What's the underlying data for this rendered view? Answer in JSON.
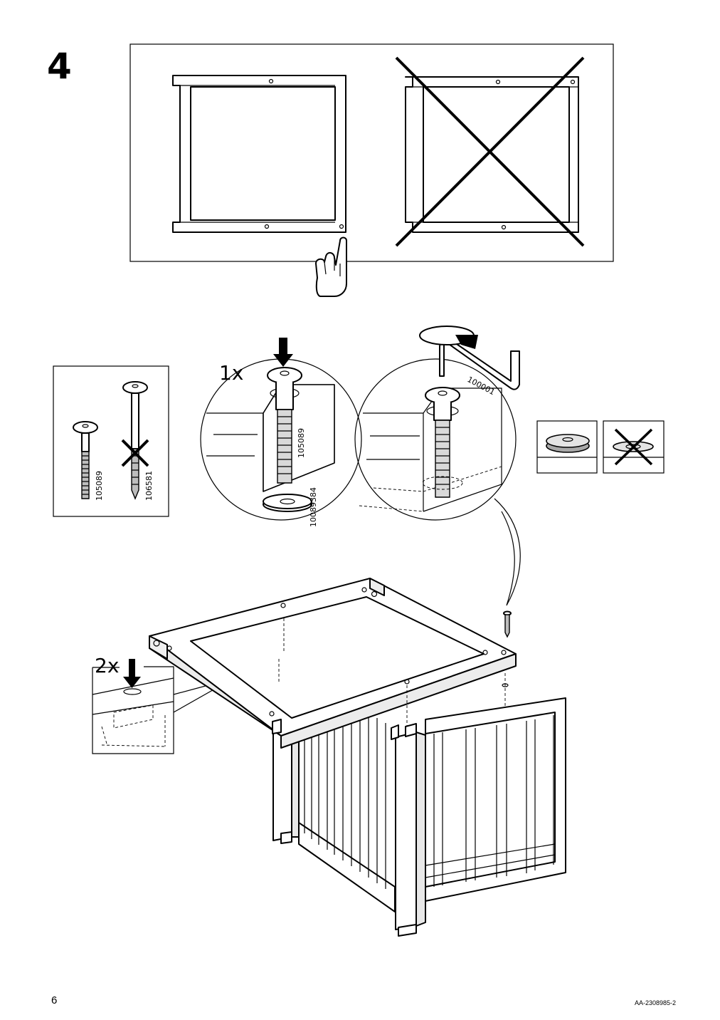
{
  "step": {
    "number": "4"
  },
  "callouts": {
    "bolt_quantity": "1x",
    "hole_quantity": "2x"
  },
  "parts": {
    "bolt": "105089",
    "wood_screw": "106581",
    "washer": "10089384",
    "allen_key": "100001"
  },
  "footer": {
    "page_number": "6",
    "document_code": "AA-2308985-2"
  }
}
